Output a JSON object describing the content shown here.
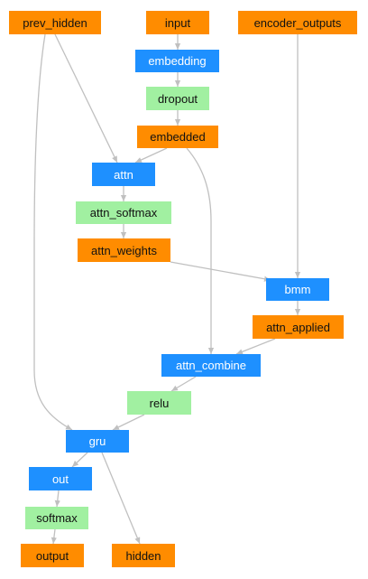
{
  "colors": {
    "io": "#ff8c00",
    "layer": "#1e90ff",
    "activation": "#a1f0a1",
    "edge": "#c0c0c0"
  },
  "nodes": {
    "prev_hidden": "prev_hidden",
    "input": "input",
    "encoder_outputs": "encoder_outputs",
    "embedding": "embedding",
    "dropout": "dropout",
    "embedded": "embedded",
    "attn": "attn",
    "attn_softmax": "attn_softmax",
    "attn_weights": "attn_weights",
    "bmm": "bmm",
    "attn_applied": "attn_applied",
    "attn_combine": "attn_combine",
    "relu": "relu",
    "gru": "gru",
    "out": "out",
    "softmax": "softmax",
    "output": "output",
    "hidden": "hidden"
  },
  "edges": [
    [
      "input",
      "embedding"
    ],
    [
      "embedding",
      "dropout"
    ],
    [
      "dropout",
      "embedded"
    ],
    [
      "prev_hidden",
      "attn"
    ],
    [
      "embedded",
      "attn"
    ],
    [
      "attn",
      "attn_softmax"
    ],
    [
      "attn_softmax",
      "attn_weights"
    ],
    [
      "attn_weights",
      "bmm"
    ],
    [
      "encoder_outputs",
      "bmm"
    ],
    [
      "bmm",
      "attn_applied"
    ],
    [
      "attn_applied",
      "attn_combine"
    ],
    [
      "embedded",
      "attn_combine"
    ],
    [
      "attn_combine",
      "relu"
    ],
    [
      "relu",
      "gru"
    ],
    [
      "prev_hidden",
      "gru"
    ],
    [
      "gru",
      "out"
    ],
    [
      "out",
      "softmax"
    ],
    [
      "softmax",
      "output"
    ],
    [
      "gru",
      "hidden"
    ]
  ]
}
